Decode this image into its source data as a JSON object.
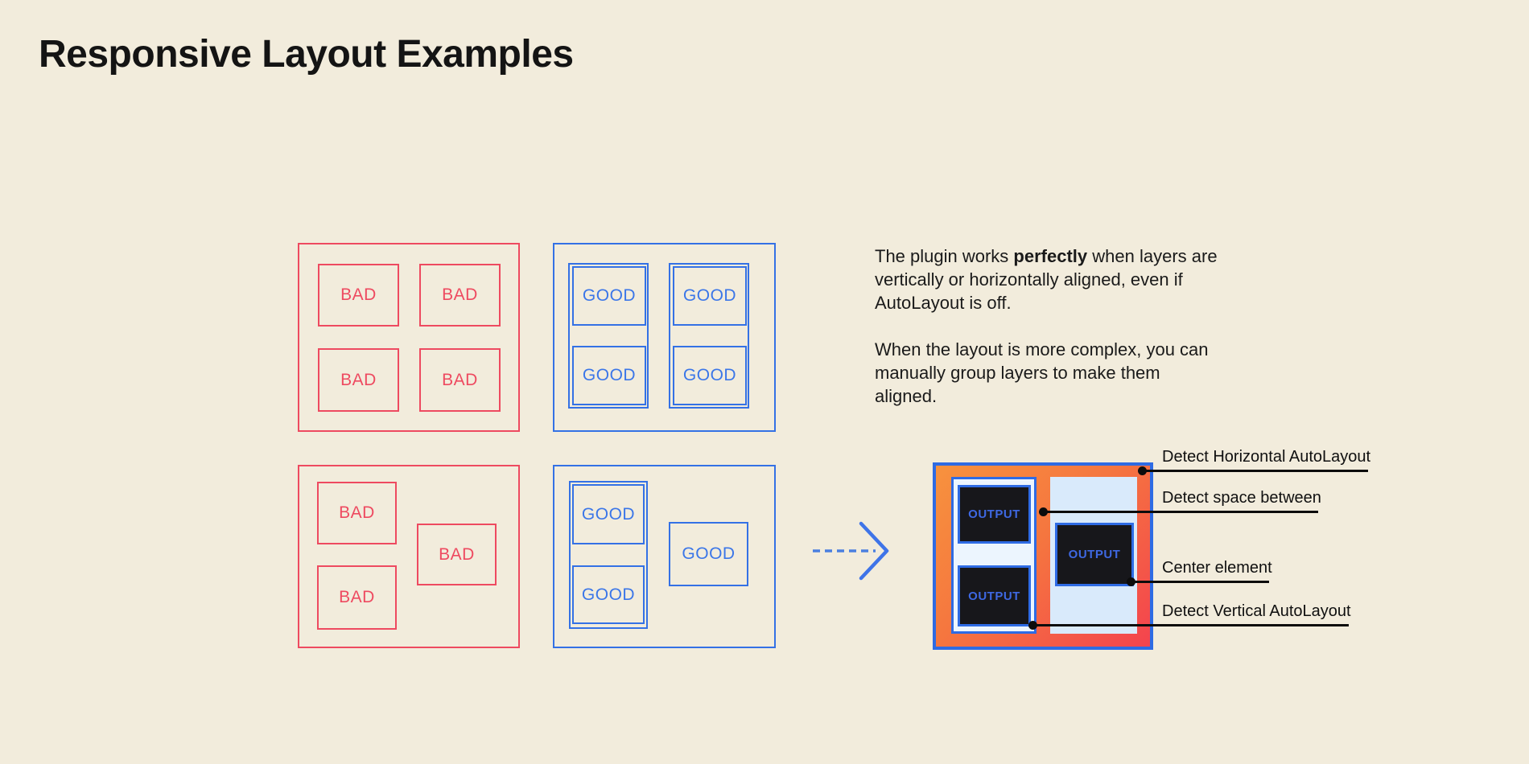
{
  "title": "Responsive Layout Examples",
  "intro": {
    "p1_before": "The plugin works ",
    "p1_bold": "perfectly",
    "p1_after": " when layers are vertically or horizontally aligned, even if AutoLayout is off.",
    "p2": "When the layout is more complex, you can manually group layers to make them aligned."
  },
  "examples": {
    "bad_label": "BAD",
    "good_label": "GOOD",
    "output_label": "OUTPUT"
  },
  "annotations": [
    {
      "label": "Detect Horizontal AutoLayout"
    },
    {
      "label": "Detect space between"
    },
    {
      "label": "Center element"
    },
    {
      "label": "Detect Vertical AutoLayout"
    }
  ],
  "icons": {
    "arrow": "dashed-transform-arrow"
  },
  "colors": {
    "background": "#f2ecdc",
    "bad_red": "#ee4a60",
    "good_blue": "#3471e5",
    "good_text_blue": "#3b76e8",
    "text_black": "#161616",
    "output_border_blue": "#2e6be4",
    "output_gradient_start": "#f7923e",
    "output_gradient_end": "#f4434e",
    "panel_light_blue": "#d9eafb",
    "wrapper_light_blue": "#ecf5fe",
    "dark_box": "#17171b",
    "output_text_blue": "#3e68e2",
    "annotation_black": "#0c0c0c"
  }
}
